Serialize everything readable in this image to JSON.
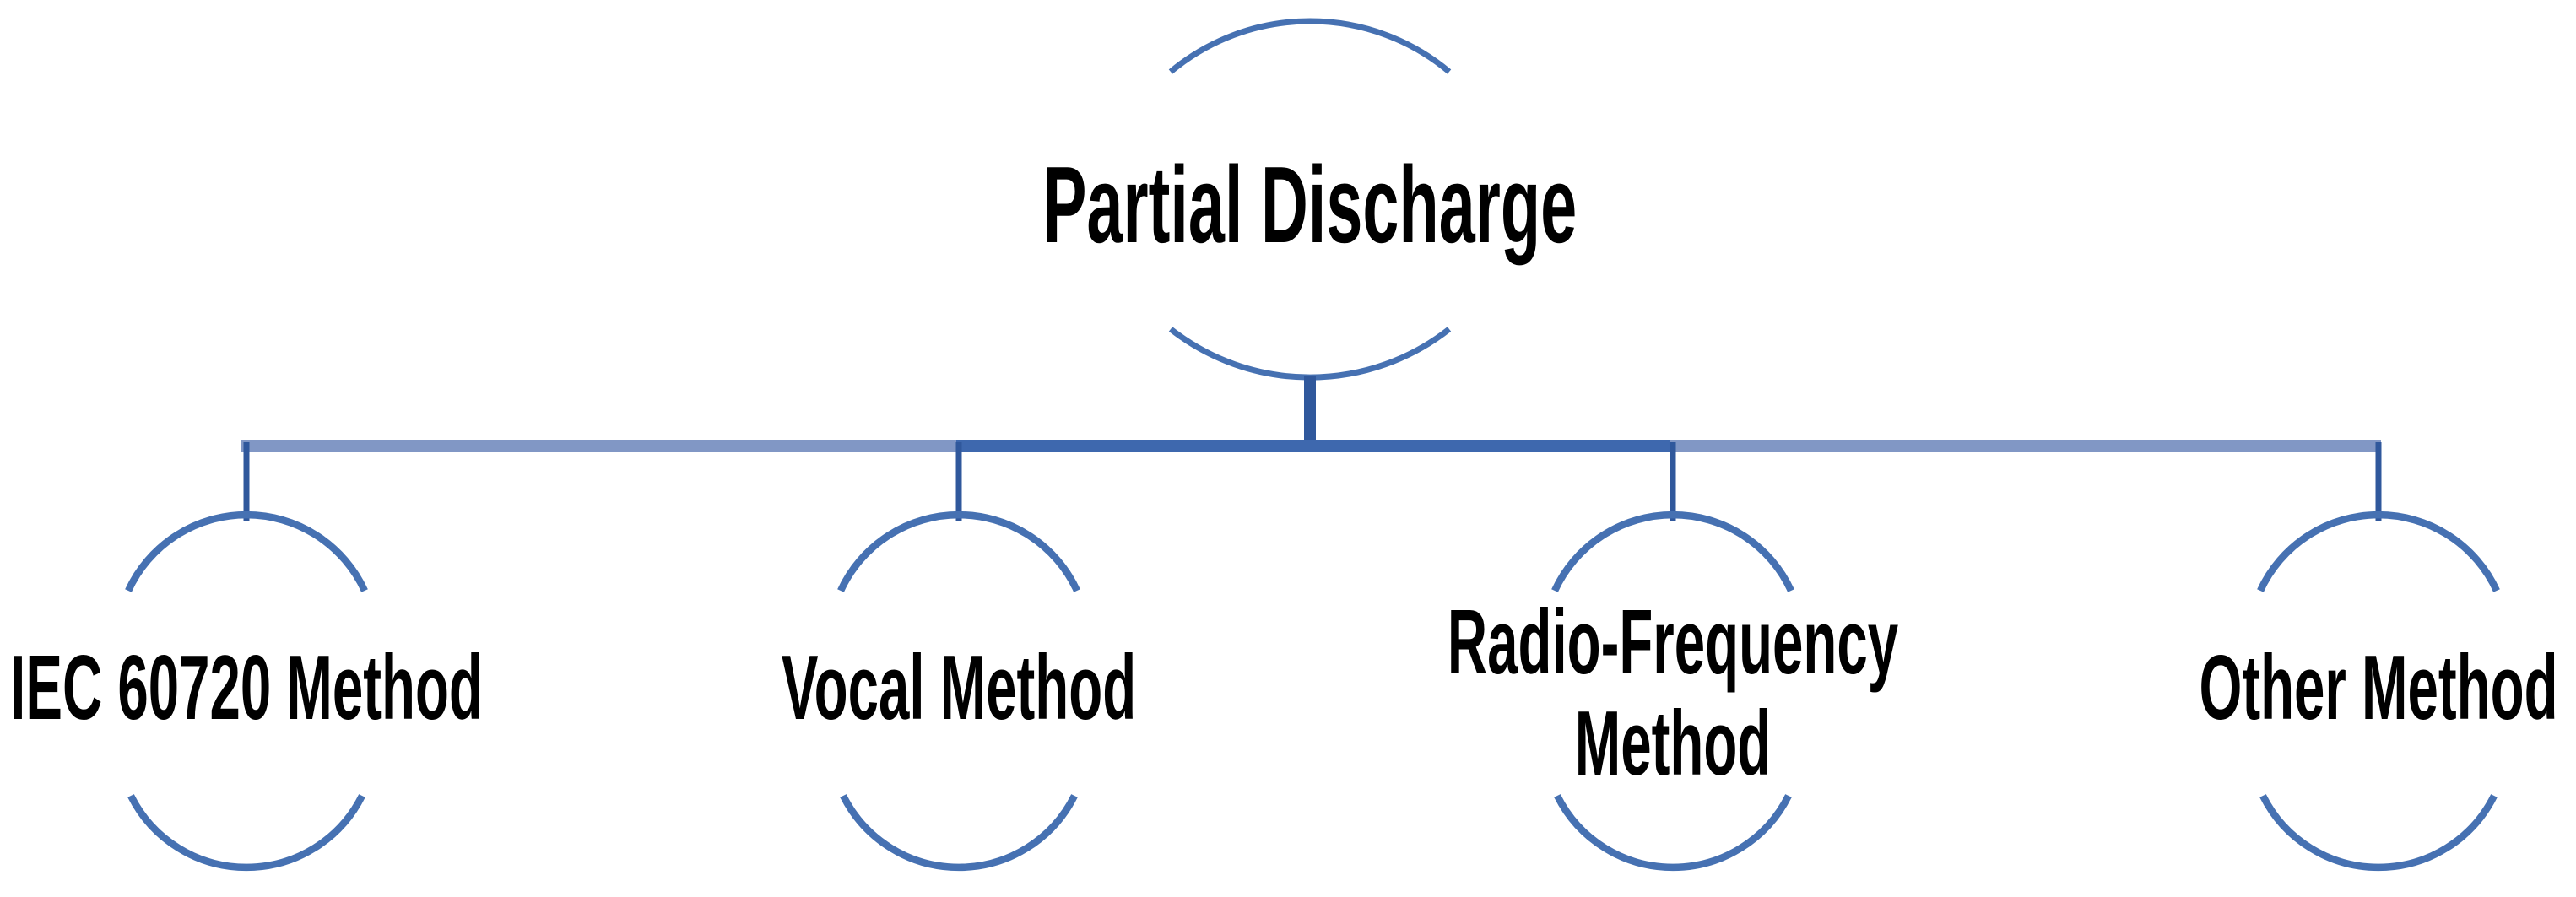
{
  "diagram": {
    "type": "tree",
    "root": {
      "label": "Partial Discharge"
    },
    "children": [
      {
        "id": "iec-60720-method",
        "label": "IEC 60720 Method"
      },
      {
        "id": "vocal-method",
        "label": "Vocal Method"
      },
      {
        "id": "radio-frequency-method",
        "label": "Radio-Frequency\nMethod"
      },
      {
        "id": "other-method",
        "label": "Other Method"
      }
    ],
    "colors": {
      "arc": "#4671b2",
      "connector": "#30589c",
      "bar_light": "#8197c5",
      "bar_dark": "#3e68ae",
      "text": "#000000",
      "background": "#ffffff"
    }
  }
}
